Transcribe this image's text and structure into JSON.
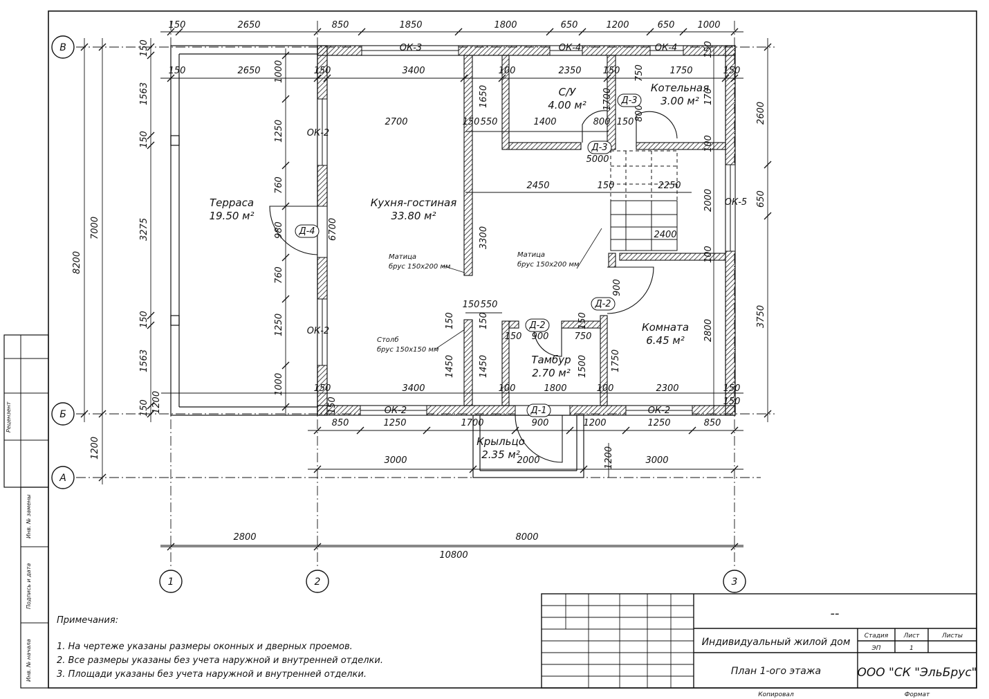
{
  "rooms": [
    {
      "name": "Терраса",
      "area": "19.50 м²"
    },
    {
      "name": "Кухня-гостиная",
      "area": "33.80 м²"
    },
    {
      "name": "С/У",
      "area": "4.00 м²"
    },
    {
      "name": "Котельная",
      "area": "3.00 м²"
    },
    {
      "name": "Комната",
      "area": "6.45 м²"
    },
    {
      "name": "Тамбур",
      "area": "2.70 м²"
    },
    {
      "name": "Крыльцо",
      "area": "2.35 м²"
    }
  ],
  "axes": {
    "rows": [
      "В",
      "Б",
      "А"
    ],
    "cols": [
      "1",
      "2",
      "3"
    ]
  },
  "openings": {
    "ok2": "ОК-2",
    "ok3": "ОК-3",
    "ok4": "ОК-4",
    "ok5": "ОК-5",
    "d1": "Д-1",
    "d2": "Д-2",
    "d3": "Д-3",
    "d4": "Д-4"
  },
  "beams": {
    "matitsa": "Матица",
    "brus": "брус 150х200 мм",
    "stolb": "Столб",
    "stolb_brus": "брус 150х150 мм"
  },
  "dims": {
    "top_row": [
      "150",
      "2650",
      "850",
      "1850",
      "1800",
      "650",
      "1200",
      "650",
      "1000"
    ],
    "second_row": [
      "150",
      "2650",
      "150",
      "3400",
      "100",
      "2350",
      "150",
      "1750",
      "150"
    ],
    "bottom_row": [
      "850",
      "1250",
      "1700",
      "900",
      "1200",
      "1250",
      "850"
    ],
    "inner_bottom": [
      "150",
      "3400",
      "100",
      "1800",
      "100",
      "2300",
      "150"
    ],
    "porch": [
      "3000",
      "2000",
      "3000",
      "1200"
    ],
    "overall": [
      "2800",
      "8000",
      "10800"
    ],
    "left_chain": [
      "150",
      "1563",
      "150",
      "3275",
      "150",
      "1563",
      "150"
    ],
    "left_total": [
      "7000",
      "8200",
      "1200"
    ],
    "terrace_chain": [
      "1000",
      "1250",
      "760",
      "980",
      "760",
      "1250",
      "1000"
    ],
    "terrace_height": "6700",
    "right_chain": [
      "2600",
      "650",
      "3750"
    ],
    "right_inner": [
      "150",
      "170",
      "100",
      "2000",
      "100",
      "2800",
      "150"
    ],
    "misc": [
      "2700",
      "150",
      "550",
      "1400",
      "800",
      "150",
      "5000",
      "2450",
      "150",
      "2250",
      "2400",
      "1650",
      "1700",
      "750",
      "800",
      "3300",
      "900",
      "150",
      "550",
      "1450",
      "1450",
      "150",
      "900",
      "750",
      "1500",
      "1750",
      "150",
      "150",
      "150",
      "1200",
      "150"
    ]
  },
  "notes": {
    "title": "Примечания:",
    "items": [
      "1. На чертеже указаны размеры оконных и дверных проемов.",
      "2. Все размеры указаны без учета наружной и внутренней отделки.",
      "3. Площади указаны без учета наружной и внутренней отделки."
    ]
  },
  "side_stamp": {
    "recenzent": "Рецензент",
    "inv_zam": "Инв. № замены",
    "podpis": "Подпись и дата",
    "inv_nach": "Инв. № начала"
  },
  "title_block": {
    "code": "--",
    "project": "Индивидуальный жилой дом",
    "sheet_title": "План 1-ого этажа",
    "company": "ООО \"СК \"ЭльБрус\"",
    "stadia_label": "Стадия",
    "list_label": "Лист",
    "listy_label": "Листы",
    "stadia": "ЭП",
    "list": "1",
    "kopiroval": "Копировал",
    "format": "Формат"
  }
}
